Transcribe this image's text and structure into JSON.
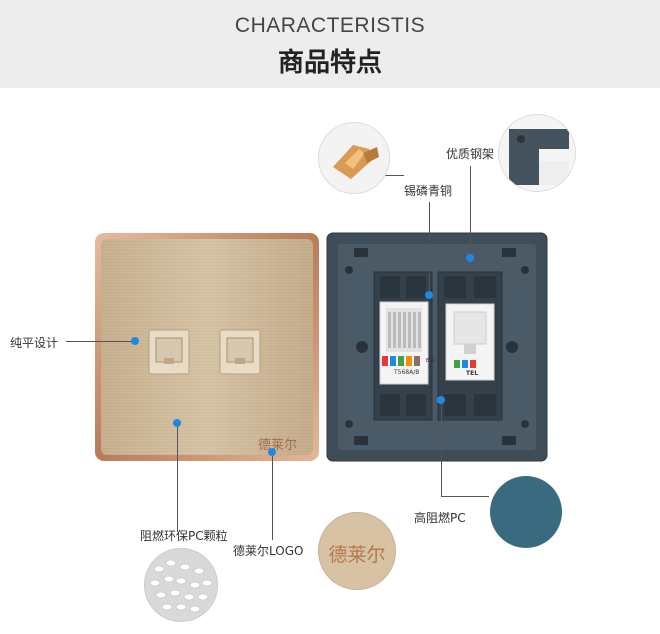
{
  "header": {
    "title_en": "CHARACTERISTIS",
    "title_cn": "商品特点"
  },
  "front_panel": {
    "brand_mark": "德莱尔"
  },
  "back_panel": {
    "module_left_code": "T568A/B",
    "module_right_code": "TEL",
    "module_left_side_letters": "B A"
  },
  "callouts": {
    "flat_design": "纯平设计",
    "flame_retardant_particles": "阻燃环保PC颗粒",
    "logo_label": "德莱尔LOGO",
    "steel_frame": "优质钢架",
    "phosphor_bronze": "锡磷青铜",
    "high_flame_pc": "高阻燃PC"
  },
  "logo_circle_text": "德莱尔",
  "colors": {
    "accent_dot": "#1e88e5",
    "gold_panel": "#cfb99b",
    "rose_gold_frame": "#c9906e",
    "back_panel": "#3e4d58",
    "pc_sample": "#3a6a80"
  }
}
